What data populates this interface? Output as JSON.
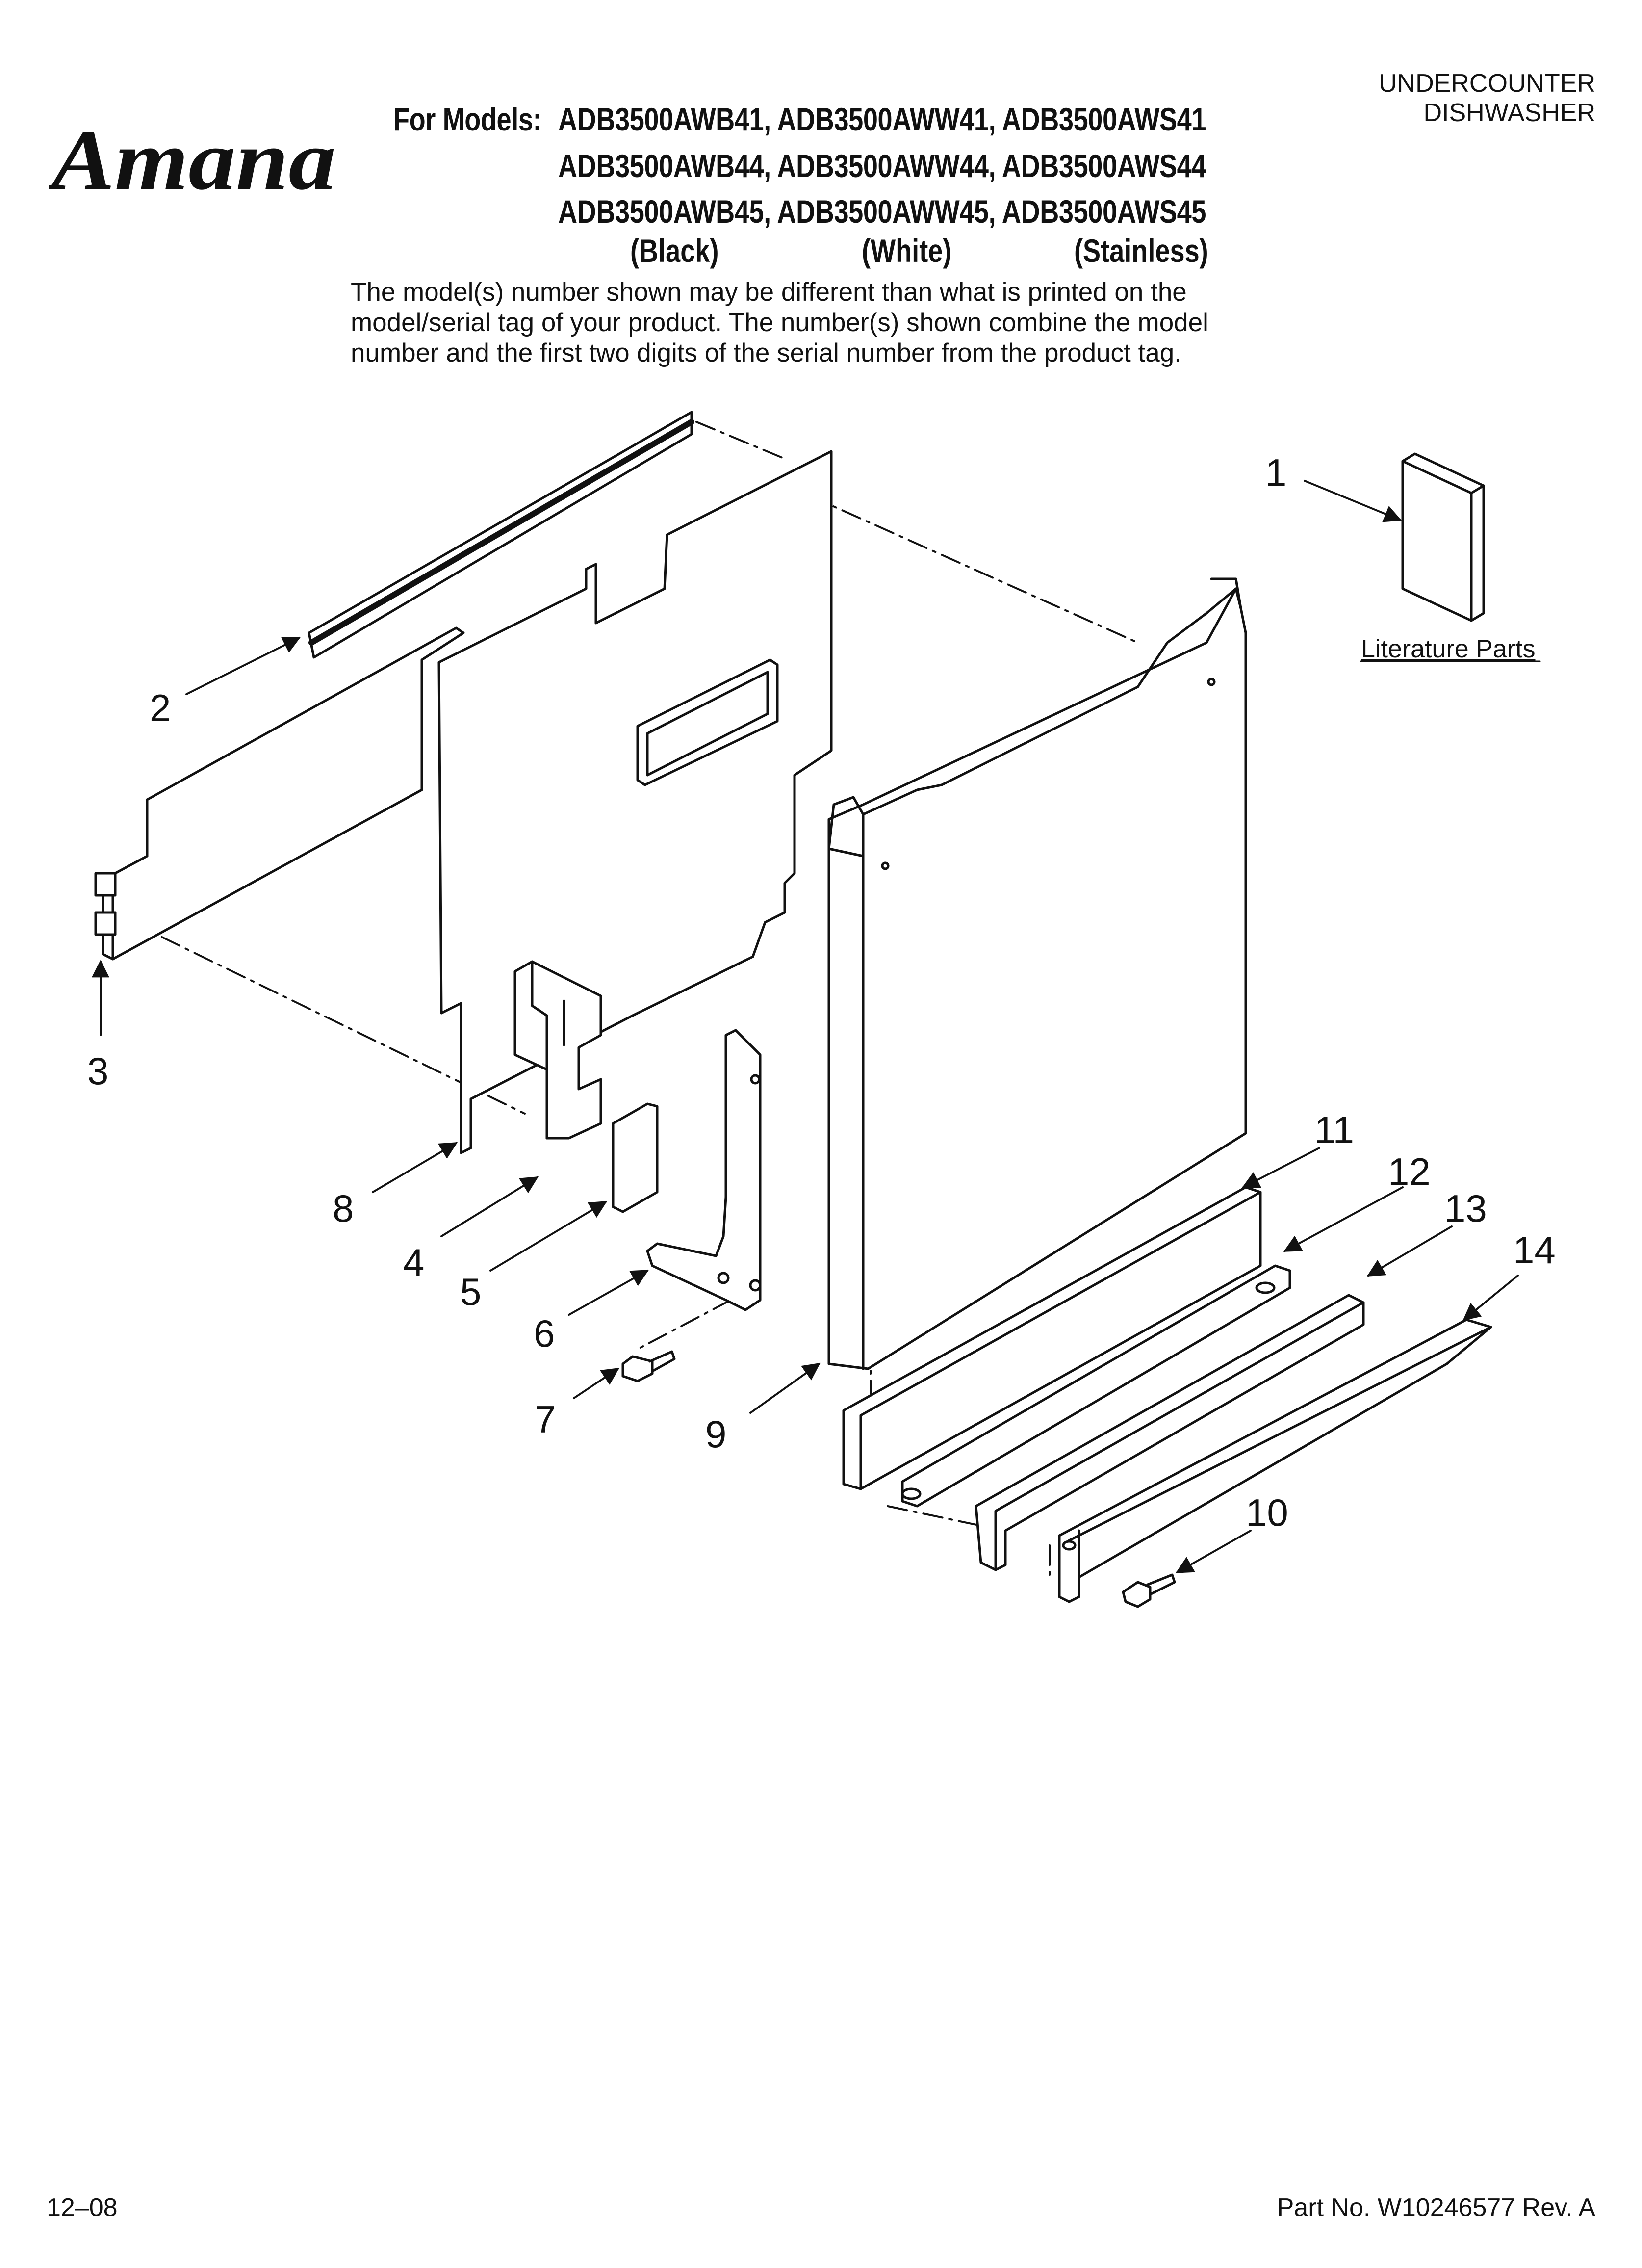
{
  "brand": "Amana",
  "category": {
    "line1": "UNDERCOUNTER",
    "line2": "DISHWASHER"
  },
  "models": {
    "prefix": "For Models:",
    "row1": "ADB3500AWB41, ADB3500AWW41, ADB3500AWS41",
    "row2": "ADB3500AWB44, ADB3500AWW44, ADB3500AWS44",
    "row3": "ADB3500AWB45, ADB3500AWW45, ADB3500AWS45",
    "colors": [
      "(Black)",
      "(White)",
      "(Stainless)"
    ]
  },
  "disclaimer": [
    "The model(s) number shown may be different than what is printed on the",
    "model/serial tag of your product. The number(s) shown combine the model",
    "number and the first two digits of the serial number from the product tag."
  ],
  "literature_label": "Literature Parts",
  "callouts": {
    "c1": "1",
    "c2": "2",
    "c3": "3",
    "c4": "4",
    "c5": "5",
    "c6": "6",
    "c7": "7",
    "c8": "8",
    "c9": "9",
    "c10": "10",
    "c11": "11",
    "c12": "12",
    "c13": "13",
    "c14": "14"
  },
  "footer": {
    "date": "12–08",
    "part_number": "Part No. W10246577 Rev. A"
  }
}
